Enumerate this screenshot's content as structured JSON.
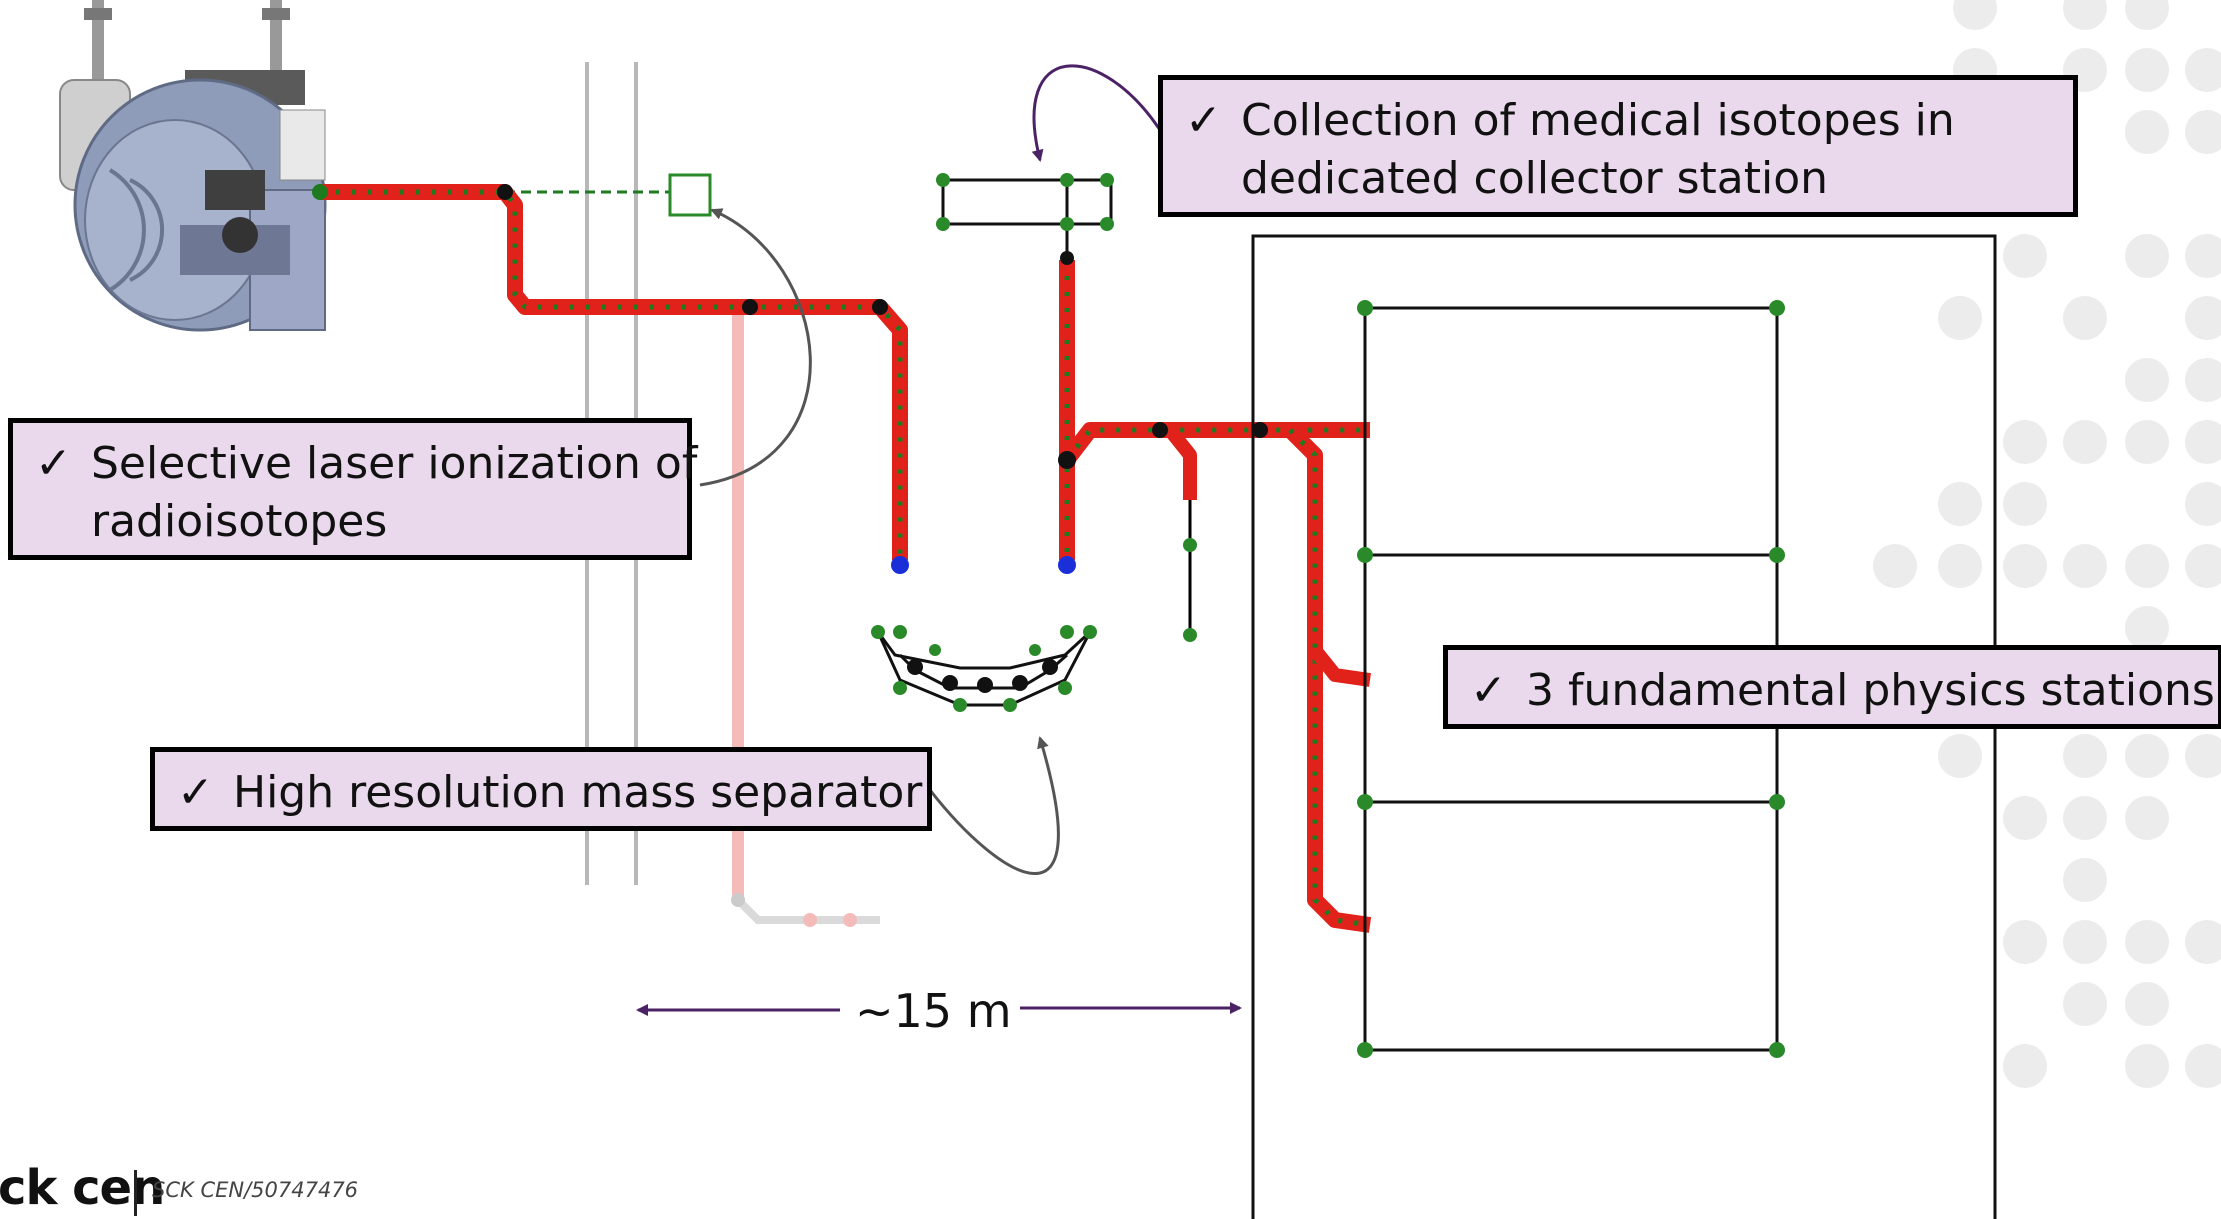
{
  "callouts": {
    "laser": {
      "check": "✓",
      "line1": "Selective laser ionization of",
      "line2": "radioisotopes"
    },
    "collector": {
      "check": "✓",
      "line1": "Collection of medical isotopes in",
      "line2": "dedicated collector station"
    },
    "separator": {
      "check": "✓",
      "line1": "High resolution mass separator"
    },
    "physics": {
      "check": "✓",
      "line1": "3 fundamental physics stations"
    }
  },
  "distance_label": "~15 m",
  "footer": {
    "logo_text": "ck cen",
    "reference": "SCK CEN/50747476"
  },
  "colors": {
    "callout_fill": "#ead9ec",
    "arrow_purple": "#4b2266",
    "beamline_red": "#e0221b",
    "beamline_green": "#2a8a2a",
    "node_blue": "#1a2fd8"
  },
  "icons": [
    "cyclotron-target-image",
    "check-icon",
    "arrow-icon"
  ]
}
